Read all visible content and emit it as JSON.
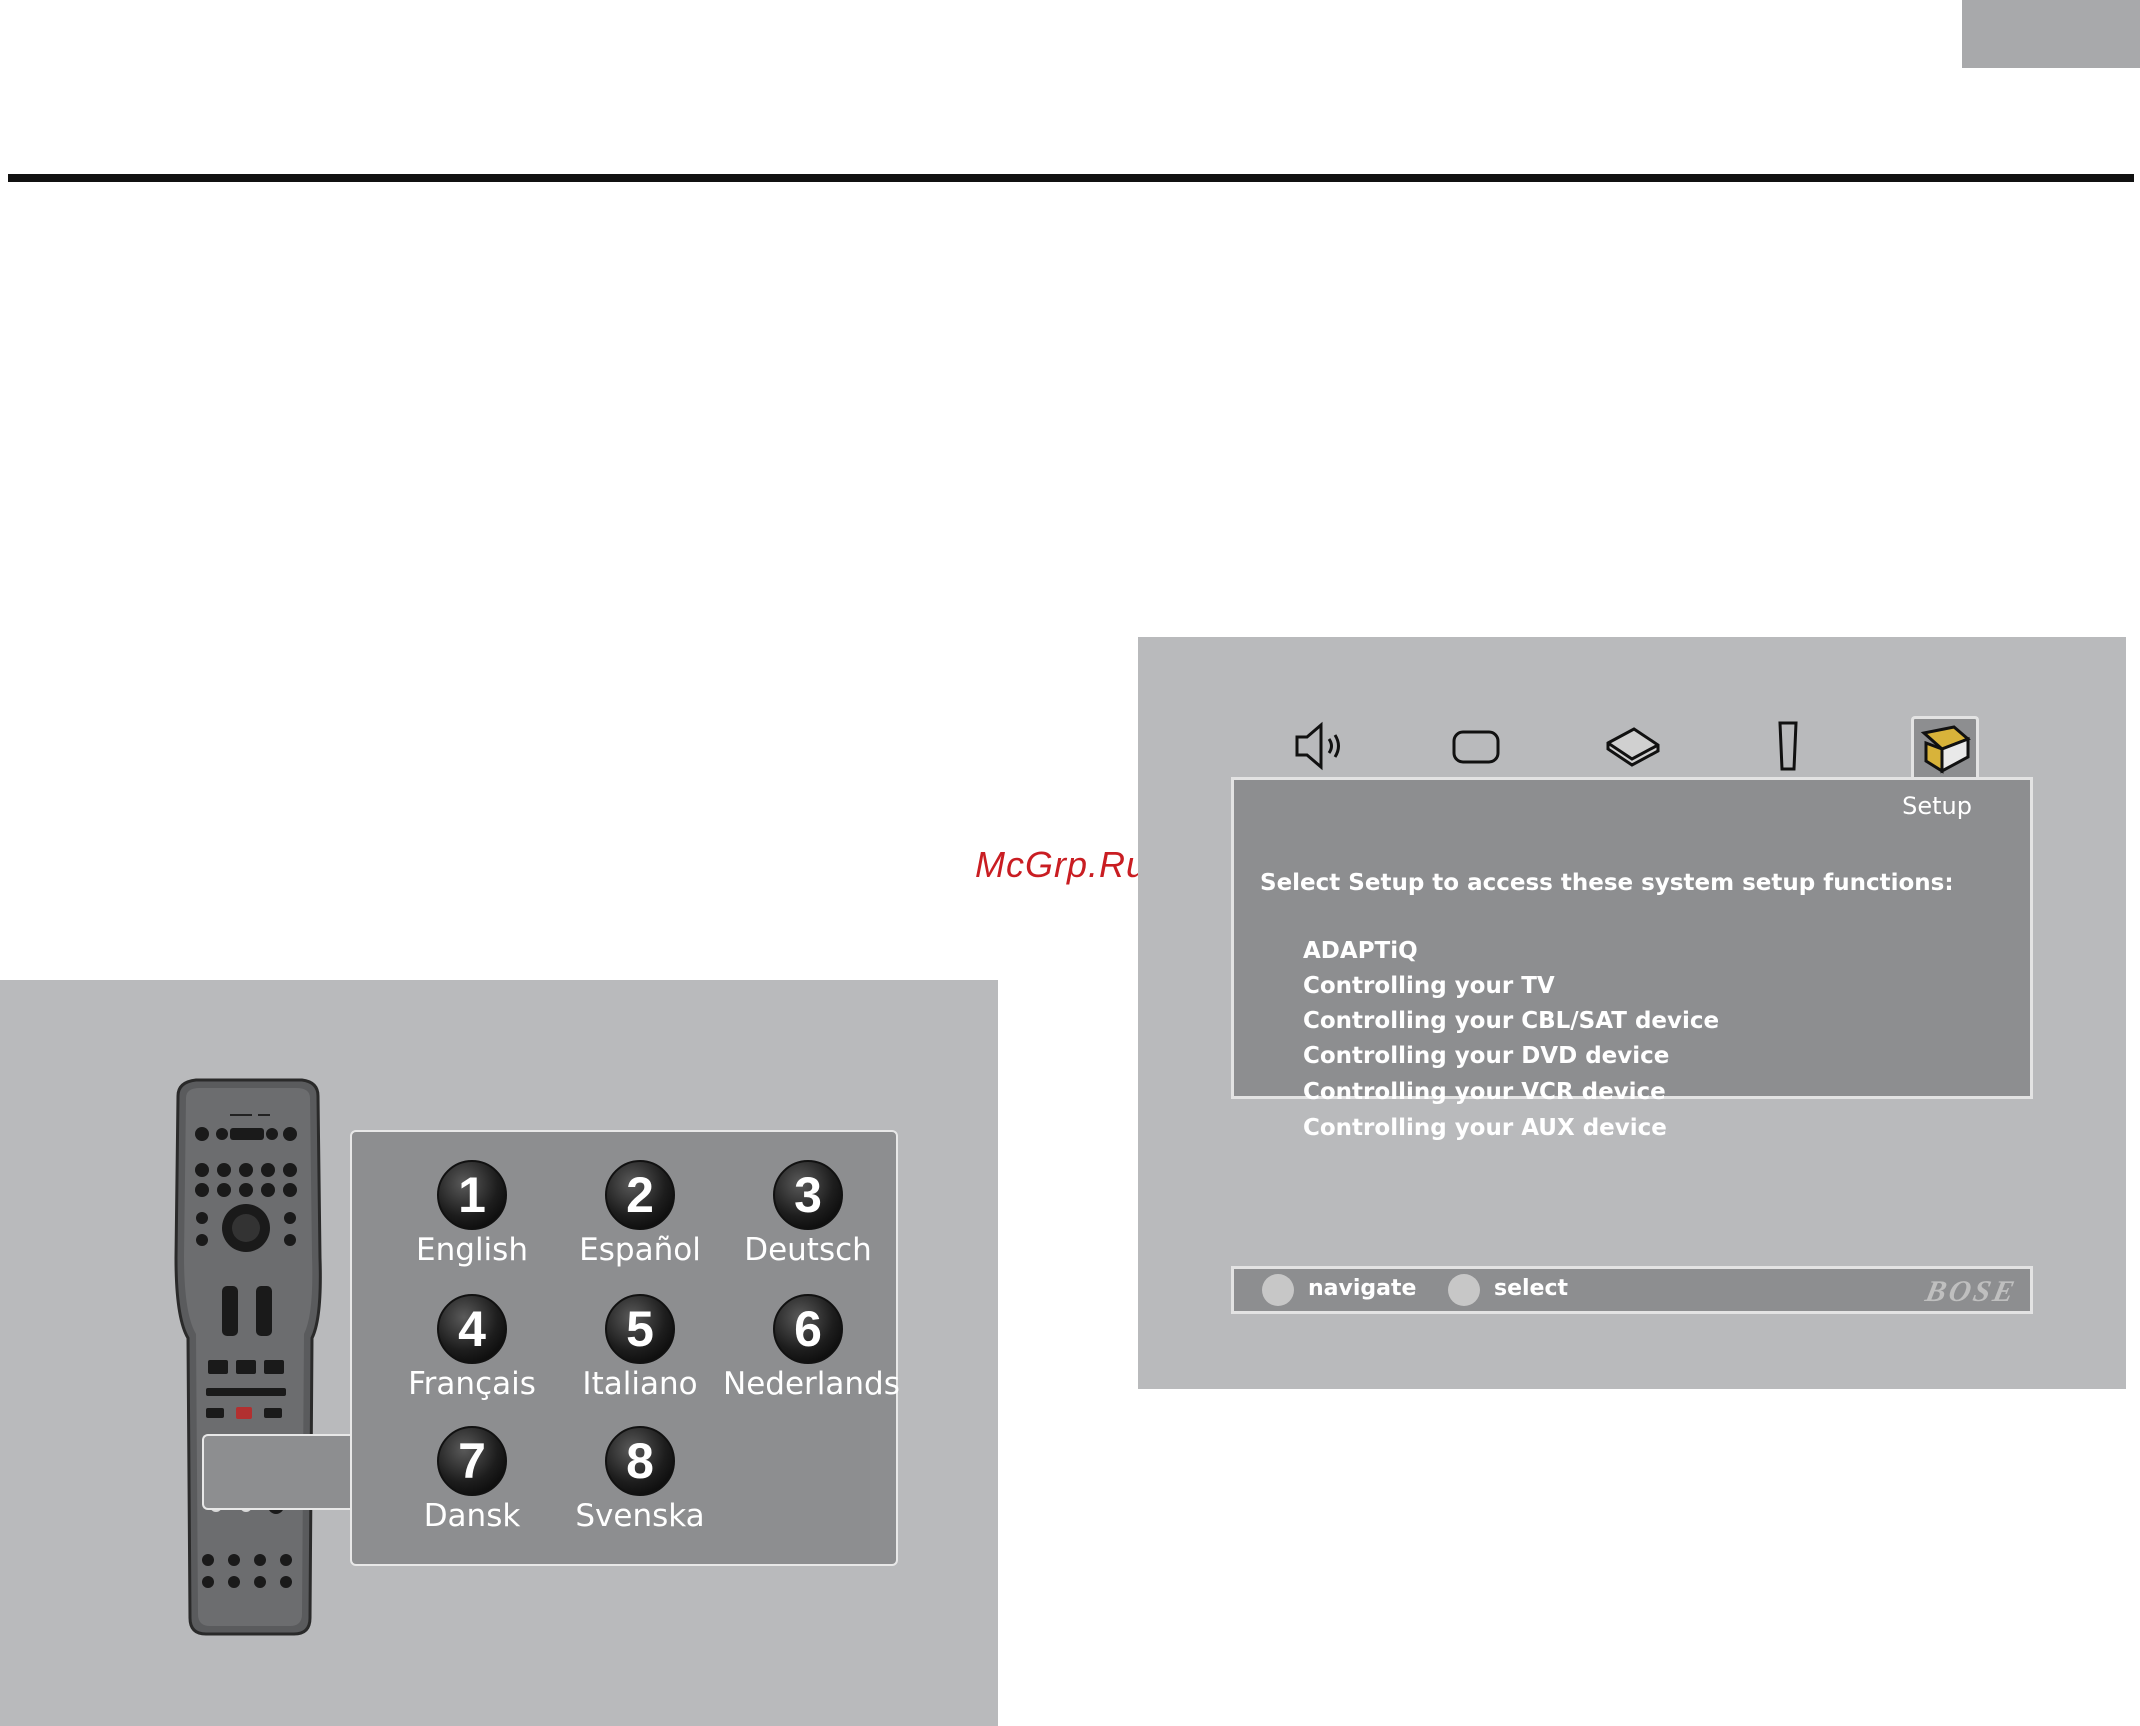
{
  "watermark": "McGrp.Ru",
  "languages": [
    {
      "number": "1",
      "name": "English"
    },
    {
      "number": "2",
      "name": "Español"
    },
    {
      "number": "3",
      "name": "Deutsch"
    },
    {
      "number": "4",
      "name": "Français"
    },
    {
      "number": "5",
      "name": "Italiano"
    },
    {
      "number": "6",
      "name": "Nederlands"
    },
    {
      "number": "7",
      "name": "Dansk"
    },
    {
      "number": "8",
      "name": "Svenska"
    }
  ],
  "tv_menu": {
    "icons": [
      "speaker-icon",
      "tv-icon",
      "cbl-sat-box-icon",
      "remote-icon",
      "setup-icon"
    ],
    "active_tab": "Setup",
    "heading": "Select Setup to access these system setup functions:",
    "items": [
      "ADAPTiQ",
      "Controlling your TV",
      "Controlling your CBL/SAT device",
      "Controlling your DVD device",
      "Controlling your VCR device",
      "Controlling your AUX device"
    ],
    "footer": {
      "navigate_label": "navigate",
      "select_label": "select",
      "brand": "BOSE"
    },
    "colors": {
      "panel": "#8d8e90",
      "background": "#b9babc",
      "setup_accent": "#d8b33a"
    }
  }
}
